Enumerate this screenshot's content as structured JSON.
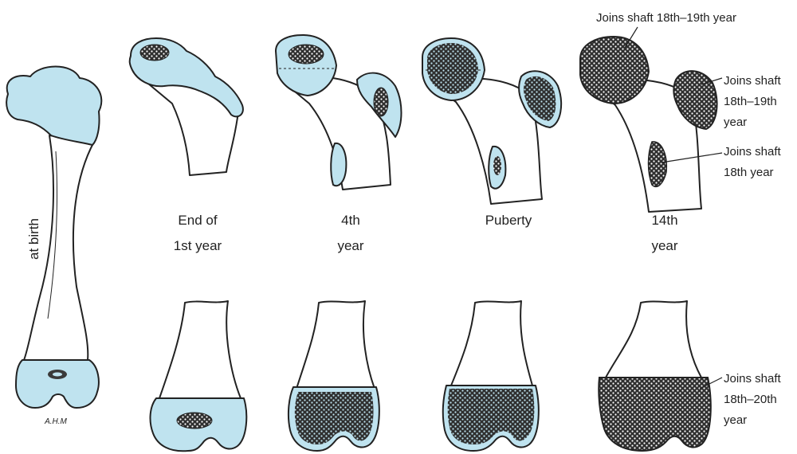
{
  "stages": {
    "birth": "at birth",
    "year1": [
      "End of",
      "1st year"
    ],
    "year4": [
      "4th",
      "year"
    ],
    "puberty": [
      "Puberty"
    ],
    "year14": [
      "14th",
      "year"
    ]
  },
  "annotations": {
    "head": "Joins shaft 18th–19th year",
    "greater_trochanter": [
      "Joins shaft",
      "18th–19th",
      "year"
    ],
    "lesser_trochanter": [
      "Joins shaft",
      "18th year"
    ],
    "distal": [
      "Joins shaft",
      "18th–20th",
      "year"
    ]
  },
  "signature": "A.H.M"
}
